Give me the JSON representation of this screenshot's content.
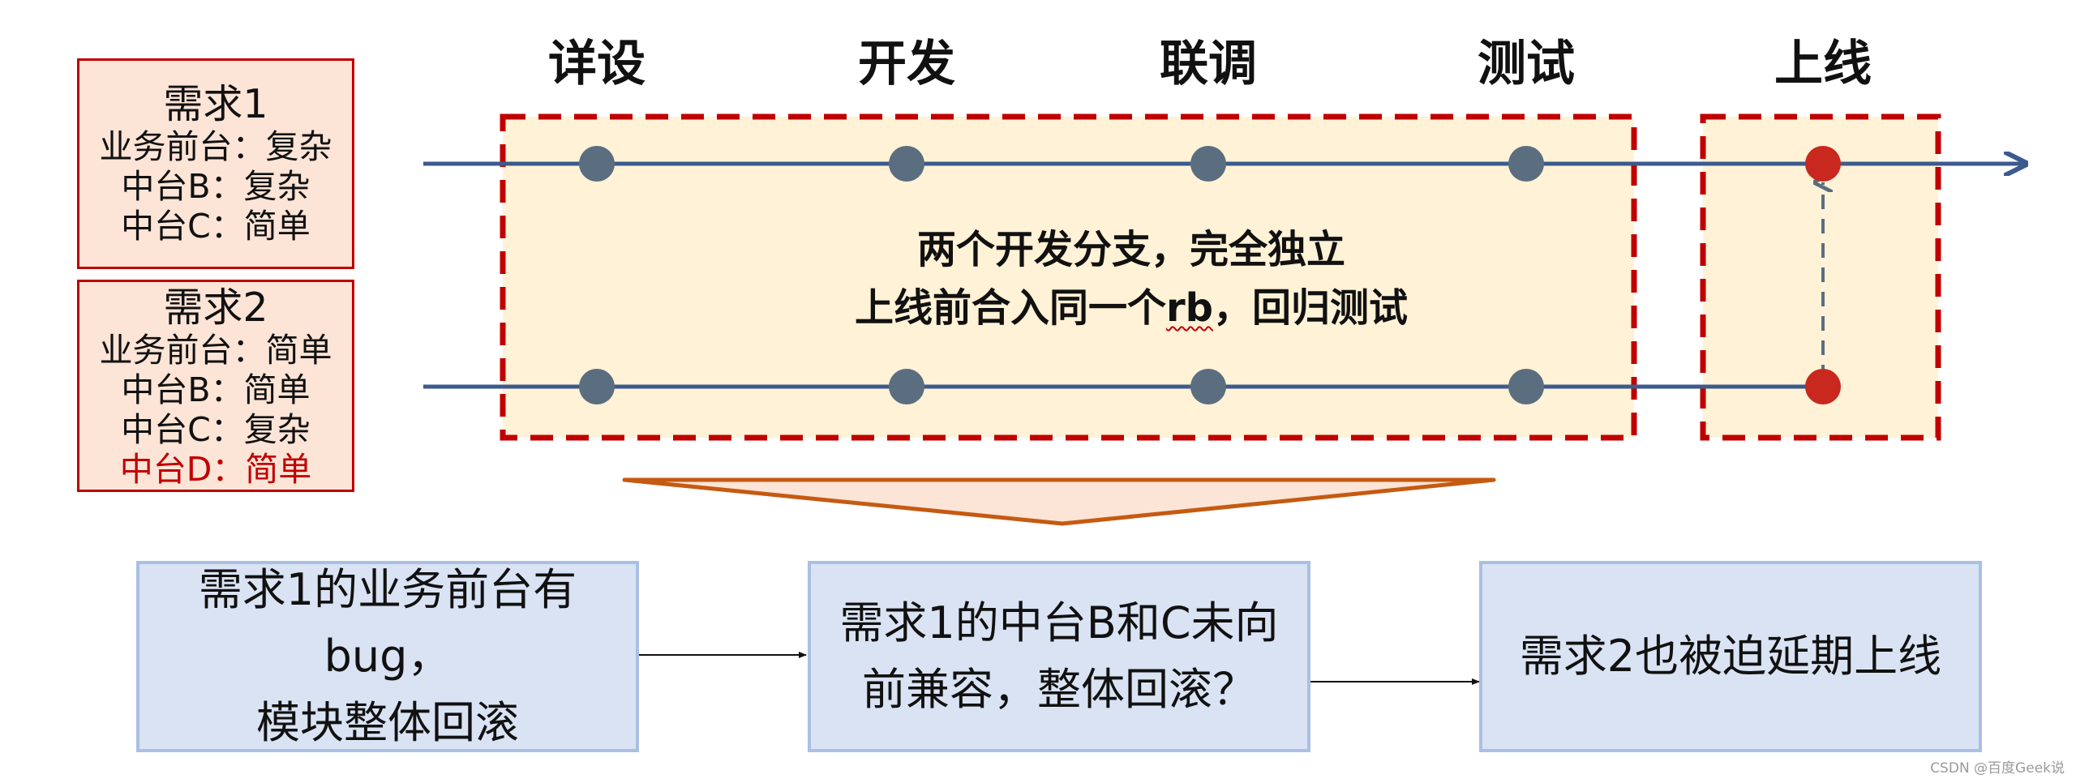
{
  "stages": [
    "详设",
    "开发",
    "联调",
    "测试",
    "上线"
  ],
  "requirements": [
    {
      "title": "需求1",
      "lines": [
        "业务前台：复杂",
        "中台B：复杂",
        "中台C：简单"
      ]
    },
    {
      "title": "需求2",
      "lines": [
        "业务前台：简单",
        "中台B：简单",
        "中台C：复杂"
      ],
      "highlight_line": "中台D：简单"
    }
  ],
  "center_text": {
    "line1": "两个开发分支，完全独立",
    "line2_prefix": "上线前合入同一个",
    "line2_word": "rb",
    "line2_suffix": "，回归测试"
  },
  "outcomes": [
    {
      "line1": "需求1的业务前台有bug，",
      "line2": "模块整体回滚"
    },
    {
      "line1": "需求1的中台B和C未向",
      "line2": "前兼容，整体回滚？"
    },
    {
      "line1": "需求2也被迫延期上线",
      "line2": ""
    }
  ],
  "watermark": "CSDN @百度Geek说",
  "colors": {
    "timeline": "#3c5a8e",
    "node": "#5b6e80",
    "release_node": "#c8281e",
    "dashed_frame": "#c00000",
    "frame_fill": "#fff2d6",
    "funnel_fill": "#fce4d6",
    "funnel_stroke": "#c55a11",
    "outcome_fill": "#dae3f3",
    "outcome_border": "#a9c0e3"
  }
}
